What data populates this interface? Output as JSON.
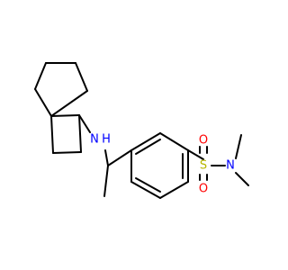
{
  "molecule": {
    "atoms": {
      "nh": "N",
      "nh_h": "H",
      "s": "S",
      "o_top": "O",
      "o_bottom": "O",
      "n_amide": "N"
    },
    "colors": {
      "bond": "#000000",
      "nitrogen": "#0000ff",
      "sulfur": "#b8b800",
      "oxygen": "#ff0000"
    }
  }
}
